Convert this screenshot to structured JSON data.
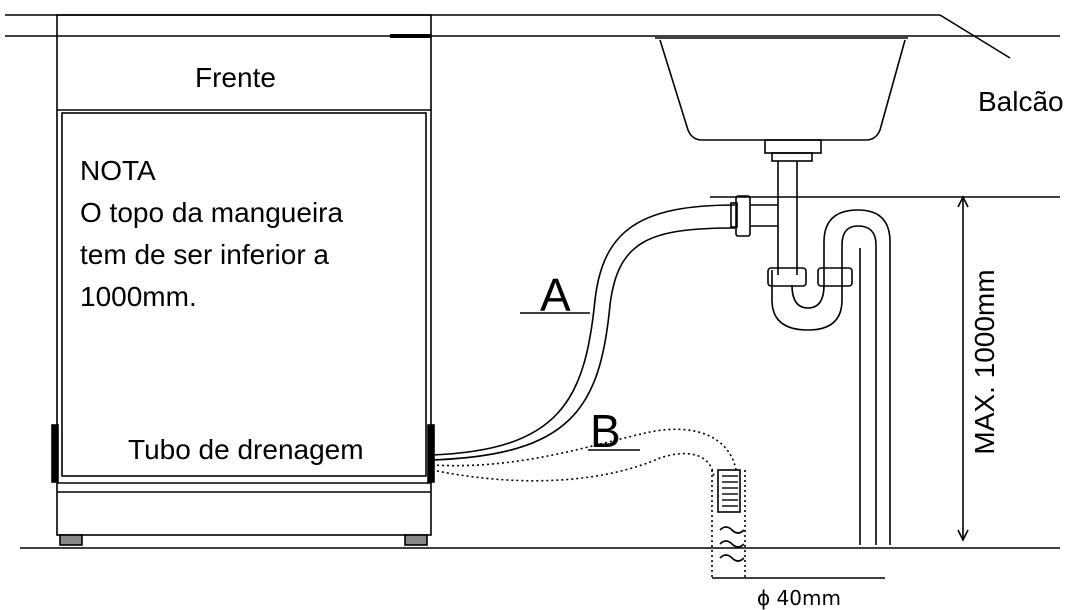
{
  "labels": {
    "front": "Frente",
    "counter": "Balcão",
    "note_title": "NOTA",
    "note_lines": [
      "O topo da mangueira",
      "tem de ser inferior a",
      "1000mm."
    ],
    "drain_hose": "Tubo de drenagem",
    "option_a": "A",
    "option_b": "B",
    "max_height": "MAX. 1000mm",
    "pipe_diameter": "ϕ 40mm"
  }
}
